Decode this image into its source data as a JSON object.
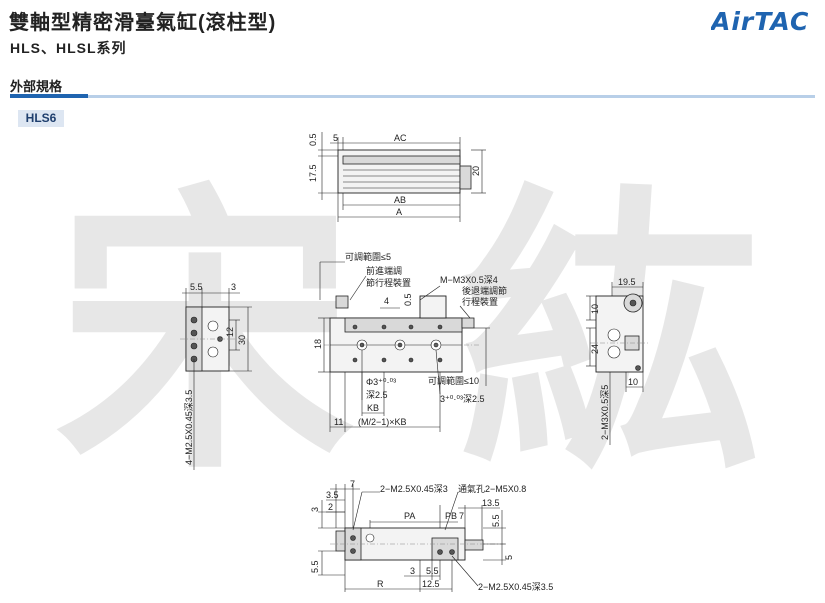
{
  "header": {
    "title": "雙軸型精密滑臺氣缸(滾柱型)",
    "subtitle": "HLS、HLSL系列",
    "logo": "AirTAC",
    "brand_color": "#1f64b0"
  },
  "section": {
    "title": "外部規格"
  },
  "model_tag": "HLS6",
  "watermark": [
    "宋",
    "紘"
  ],
  "drawings": {
    "top_view": {
      "dims": {
        "d05": "0.5",
        "d175": "17.5",
        "d5": "5",
        "ac": "AC",
        "d20": "20",
        "ab": "AB",
        "a": "A"
      }
    },
    "side_left": {
      "dims": {
        "d55": "5.5",
        "d3": "3",
        "d12": "12",
        "d30": "30",
        "thread": "4−M2.5X0.45深3.5"
      }
    },
    "front_view": {
      "annotations": {
        "adj_range": "可調範圍≤5",
        "front_adj": "前進端調",
        "stroke_dev_1": "節行程裝置",
        "port_thread": "M−M3X0.5深4",
        "rear_adj": "後退端調節",
        "stroke_dev_2": "行程裝置",
        "adj_range2": "可調範圍≤10",
        "pin_hole": "Φ3⁺⁰·⁰³",
        "depth1": "深2.5",
        "slot": "3⁺⁰·⁰³深2.5"
      },
      "dims": {
        "d4": "4",
        "d05": "0.5",
        "d18": "18",
        "kb": "KB",
        "d11": "11",
        "mkb": "(M/2−1)×KB"
      }
    },
    "side_right": {
      "dims": {
        "d195": "19.5",
        "d10a": "10",
        "d24": "24",
        "d10b": "10",
        "thread": "2−M3X0.5深5"
      }
    },
    "bottom_view": {
      "annotations": {
        "thread_top": "2−M2.5X0.45深3",
        "air_port": "通氣孔2−M5X0.8",
        "thread_bottom": "2−M2.5X0.45深3.5"
      },
      "dims": {
        "d7": "7",
        "d35": "3.5",
        "d2": "2",
        "d3": "3",
        "pa": "PA",
        "pb": "PB",
        "d7b": "7",
        "d135": "13.5",
        "d55a": "5.5",
        "d5": "5",
        "d55b": "5.5",
        "r": "R",
        "d3b": "3",
        "d55c": "5.5",
        "d125": "12.5"
      }
    }
  }
}
